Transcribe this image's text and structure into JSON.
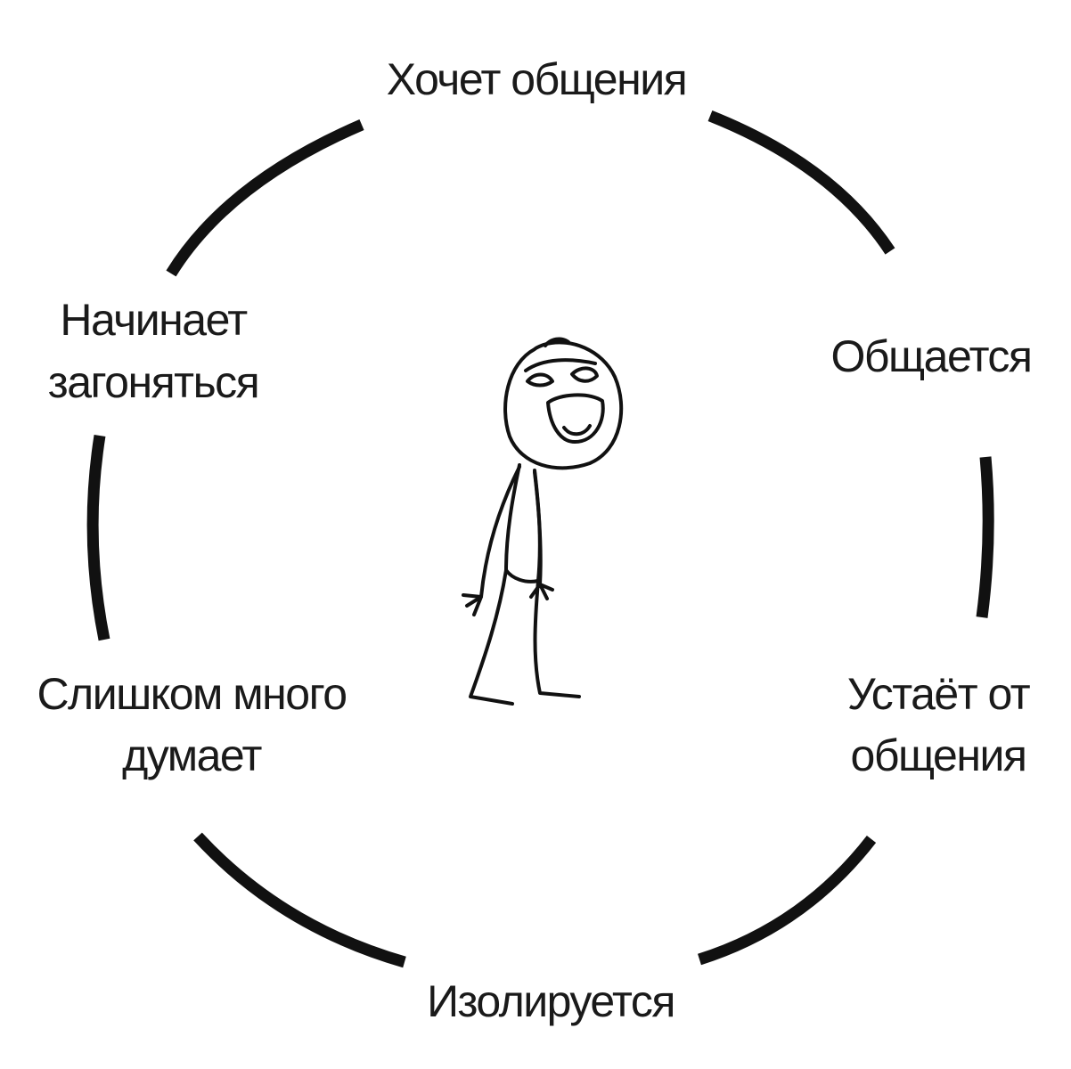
{
  "cycle": {
    "stages": [
      {
        "lines": [
          "Хочет общения"
        ]
      },
      {
        "lines": [
          "Общается"
        ]
      },
      {
        "lines": [
          "Устаёт от",
          "общения"
        ]
      },
      {
        "lines": [
          "Изолируется"
        ]
      },
      {
        "lines": [
          "Слишком много",
          "думает"
        ]
      },
      {
        "lines": [
          "Начинает",
          "загоняться"
        ]
      }
    ]
  },
  "colors": {
    "background": "#ffffff",
    "stroke": "#111111",
    "text": "#1a1a1a"
  },
  "icons": {
    "center_figure": "stick-figure-icon"
  }
}
